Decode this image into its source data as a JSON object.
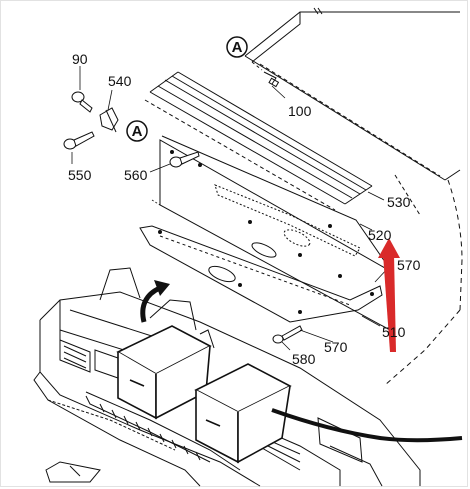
{
  "labels": {
    "p90": "90",
    "p540": "540",
    "p550": "550",
    "p560": "560",
    "p100": "100",
    "p530": "530",
    "p520": "520",
    "p570a": "570",
    "p570b": "570",
    "p510": "510",
    "p580": "580"
  },
  "callouts": {
    "a_top": "A",
    "a_left": "A"
  },
  "colors": {
    "line": "#111111",
    "highlight_arrow": "#d92a2a"
  },
  "icons": {
    "flow_arrow": "curved-arrow-icon",
    "highlight": "red-arrow-icon"
  }
}
